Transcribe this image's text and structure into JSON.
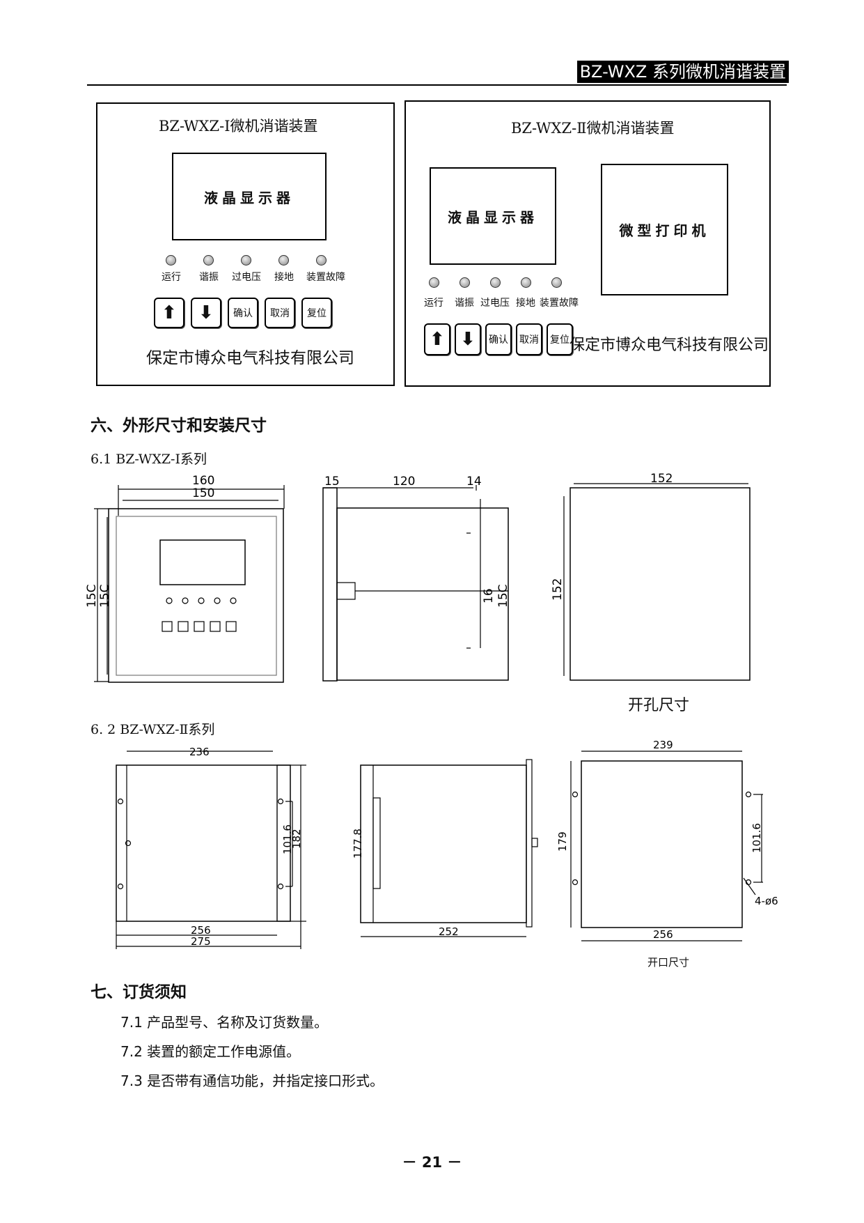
{
  "header": {
    "title": "BZ-WXZ 系列微机消谐装置"
  },
  "panel1": {
    "title": "BZ-WXZ-Ⅰ微机消谐装置",
    "screen": "液晶显示器",
    "leds": [
      "运行",
      "谐振",
      "过电压",
      "接地",
      "装置故障"
    ],
    "buttons": {
      "up": "⬆",
      "down": "⬇",
      "confirm": "确认",
      "cancel": "取消",
      "reset": "复位"
    },
    "company": "保定市博众电气科技有限公司"
  },
  "panel2": {
    "title": "BZ-WXZ-Ⅱ微机消谐装置",
    "screen": "液晶显示器",
    "printer": "微型打印机",
    "leds": [
      "运行",
      "谐振",
      "过电压",
      "接地",
      "装置故障"
    ],
    "buttons": {
      "up": "⬆",
      "down": "⬇",
      "confirm": "确认",
      "cancel": "取消",
      "reset": "复位"
    },
    "company": "保定市博众电气科技有限公司"
  },
  "section6": {
    "heading": "六、外形尺寸和安装尺寸",
    "s1": {
      "title": "6.1   BZ-WXZ-Ⅰ系列",
      "front": {
        "outer_w": "160",
        "inner_w": "150",
        "outer_h": "15C",
        "inner_h": "15C"
      },
      "side": {
        "a": "15",
        "b": "120",
        "c": "14",
        "h1": "16",
        "h2": "15C"
      },
      "cutout": {
        "w": "152",
        "h": "152",
        "caption": "开孔尺寸"
      }
    },
    "s2": {
      "title": "6. 2   BZ-WXZ-Ⅱ系列",
      "front": {
        "top": "236",
        "bottom1": "256",
        "bottom2": "275",
        "h1": "101.6",
        "h2": "182"
      },
      "side": {
        "h": "177.8",
        "w": "252"
      },
      "cutout": {
        "top": "239",
        "bottom": "256",
        "h": "179",
        "hole_h": "101.6",
        "holes": "4-ø6",
        "caption": "开口尺寸"
      }
    }
  },
  "section7": {
    "heading": "七、订货须知",
    "items": [
      "7.1  产品型号、名称及订货数量。",
      "7.2  装置的额定工作电源值。",
      "7.3  是否带有通信功能，并指定接口形式。"
    ]
  },
  "page": {
    "number": "－ 21 －"
  }
}
